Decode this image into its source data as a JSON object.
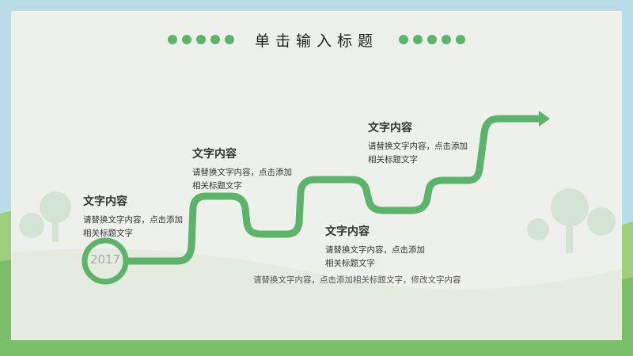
{
  "slide": {
    "title": "单击输入标题",
    "year": "2017",
    "items": [
      {
        "heading": "文字内容",
        "desc": "请替换文字内容，点击添加相关标题文字"
      },
      {
        "heading": "文字内容",
        "desc": "请替换文字内容，点击添加相关标题文字"
      },
      {
        "heading": "文字内容",
        "desc": "请替换文字内容，点击添加相关标题文字"
      },
      {
        "heading": "文字内容",
        "desc": "请替换文字内容，点击添加相关标题文字"
      }
    ],
    "footnote": "请替换文字内容，点击添加相关标题文字，修改文字内容"
  },
  "colors": {
    "accent": "#5cb46a",
    "sky": "#b9dde6",
    "grass": "#7cbf6b",
    "card": "#eef0ec"
  }
}
